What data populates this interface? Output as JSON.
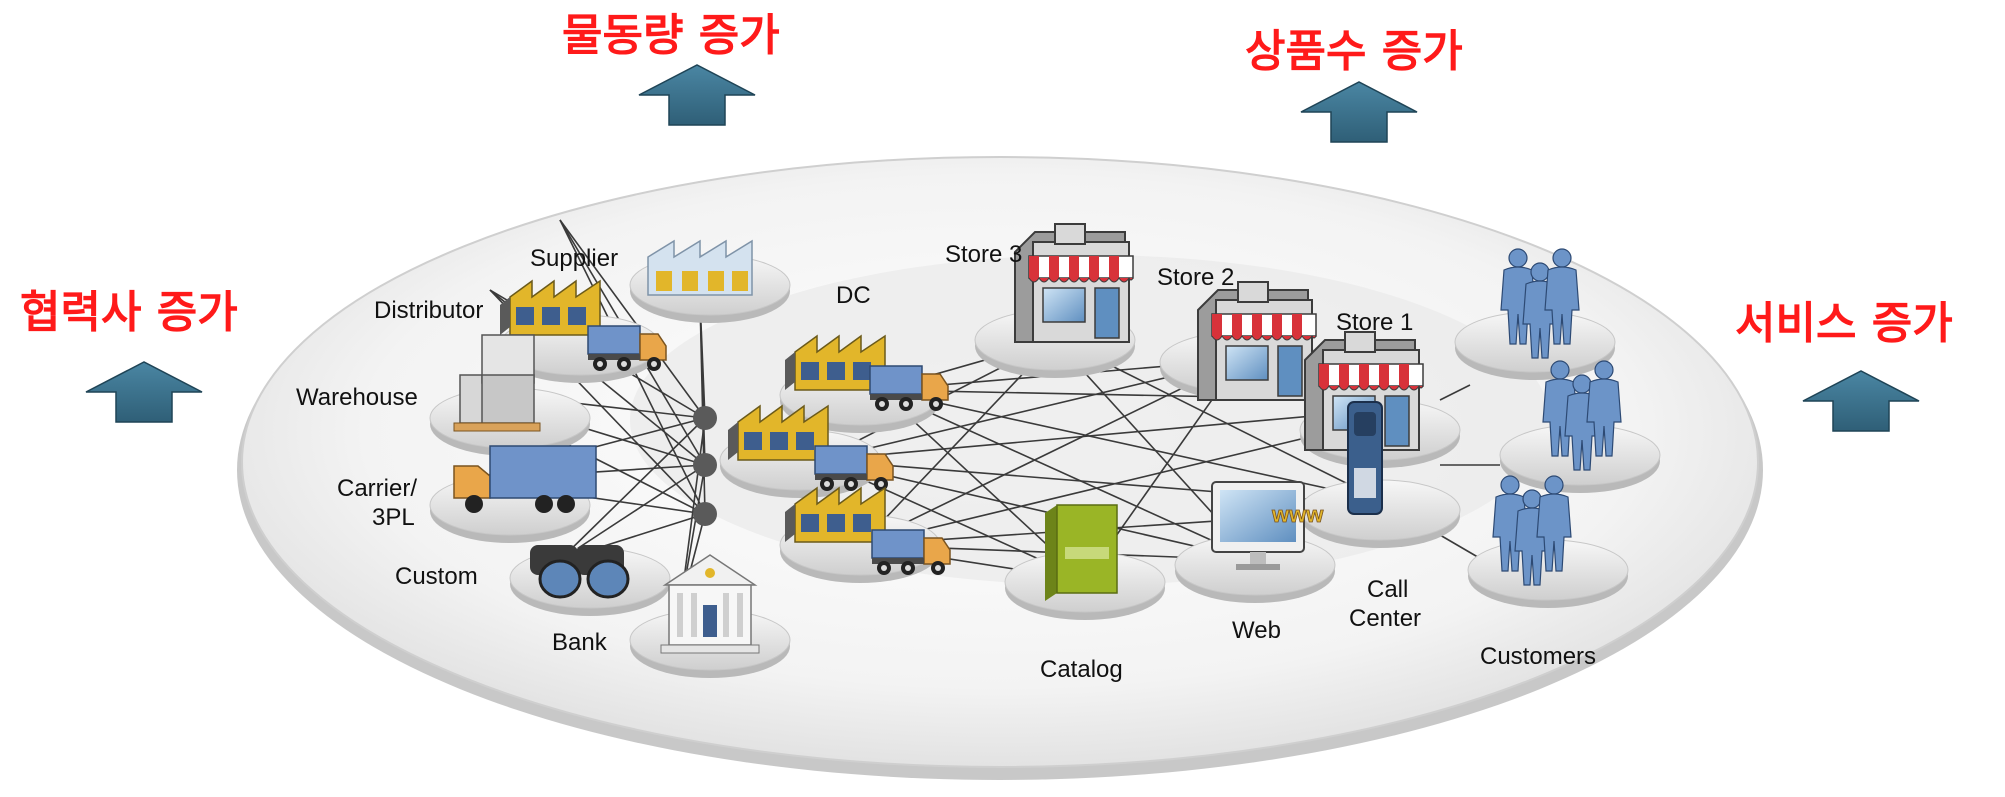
{
  "headings": {
    "volume_up": "물동량 증가",
    "products_up": "상품수 증가",
    "partners_up": "협력사 증가",
    "services_up": "서비스 증가"
  },
  "nodes": {
    "supplier": "Supplier",
    "distributor": "Distributor",
    "warehouse": "Warehouse",
    "carrier_line1": "Carrier/",
    "carrier_line2": "3PL",
    "custom": "Custom",
    "bank": "Bank",
    "dc": "DC",
    "store3": "Store 3",
    "store2": "Store 2",
    "store1": "Store 1",
    "catalog": "Catalog",
    "web": "Web",
    "call_center_line1": "Call",
    "call_center_line2": "Center",
    "customers": "Customers",
    "www": "www"
  },
  "colors": {
    "heading_red": "#ff1a1a",
    "arrow_blue": "#3f7590",
    "truck_blue": "#6f93c9",
    "factory_yellow": "#e2b62a",
    "awning_red": "#d8323a",
    "people_blue": "#6c94c8",
    "catalog_green": "#9ab526"
  }
}
